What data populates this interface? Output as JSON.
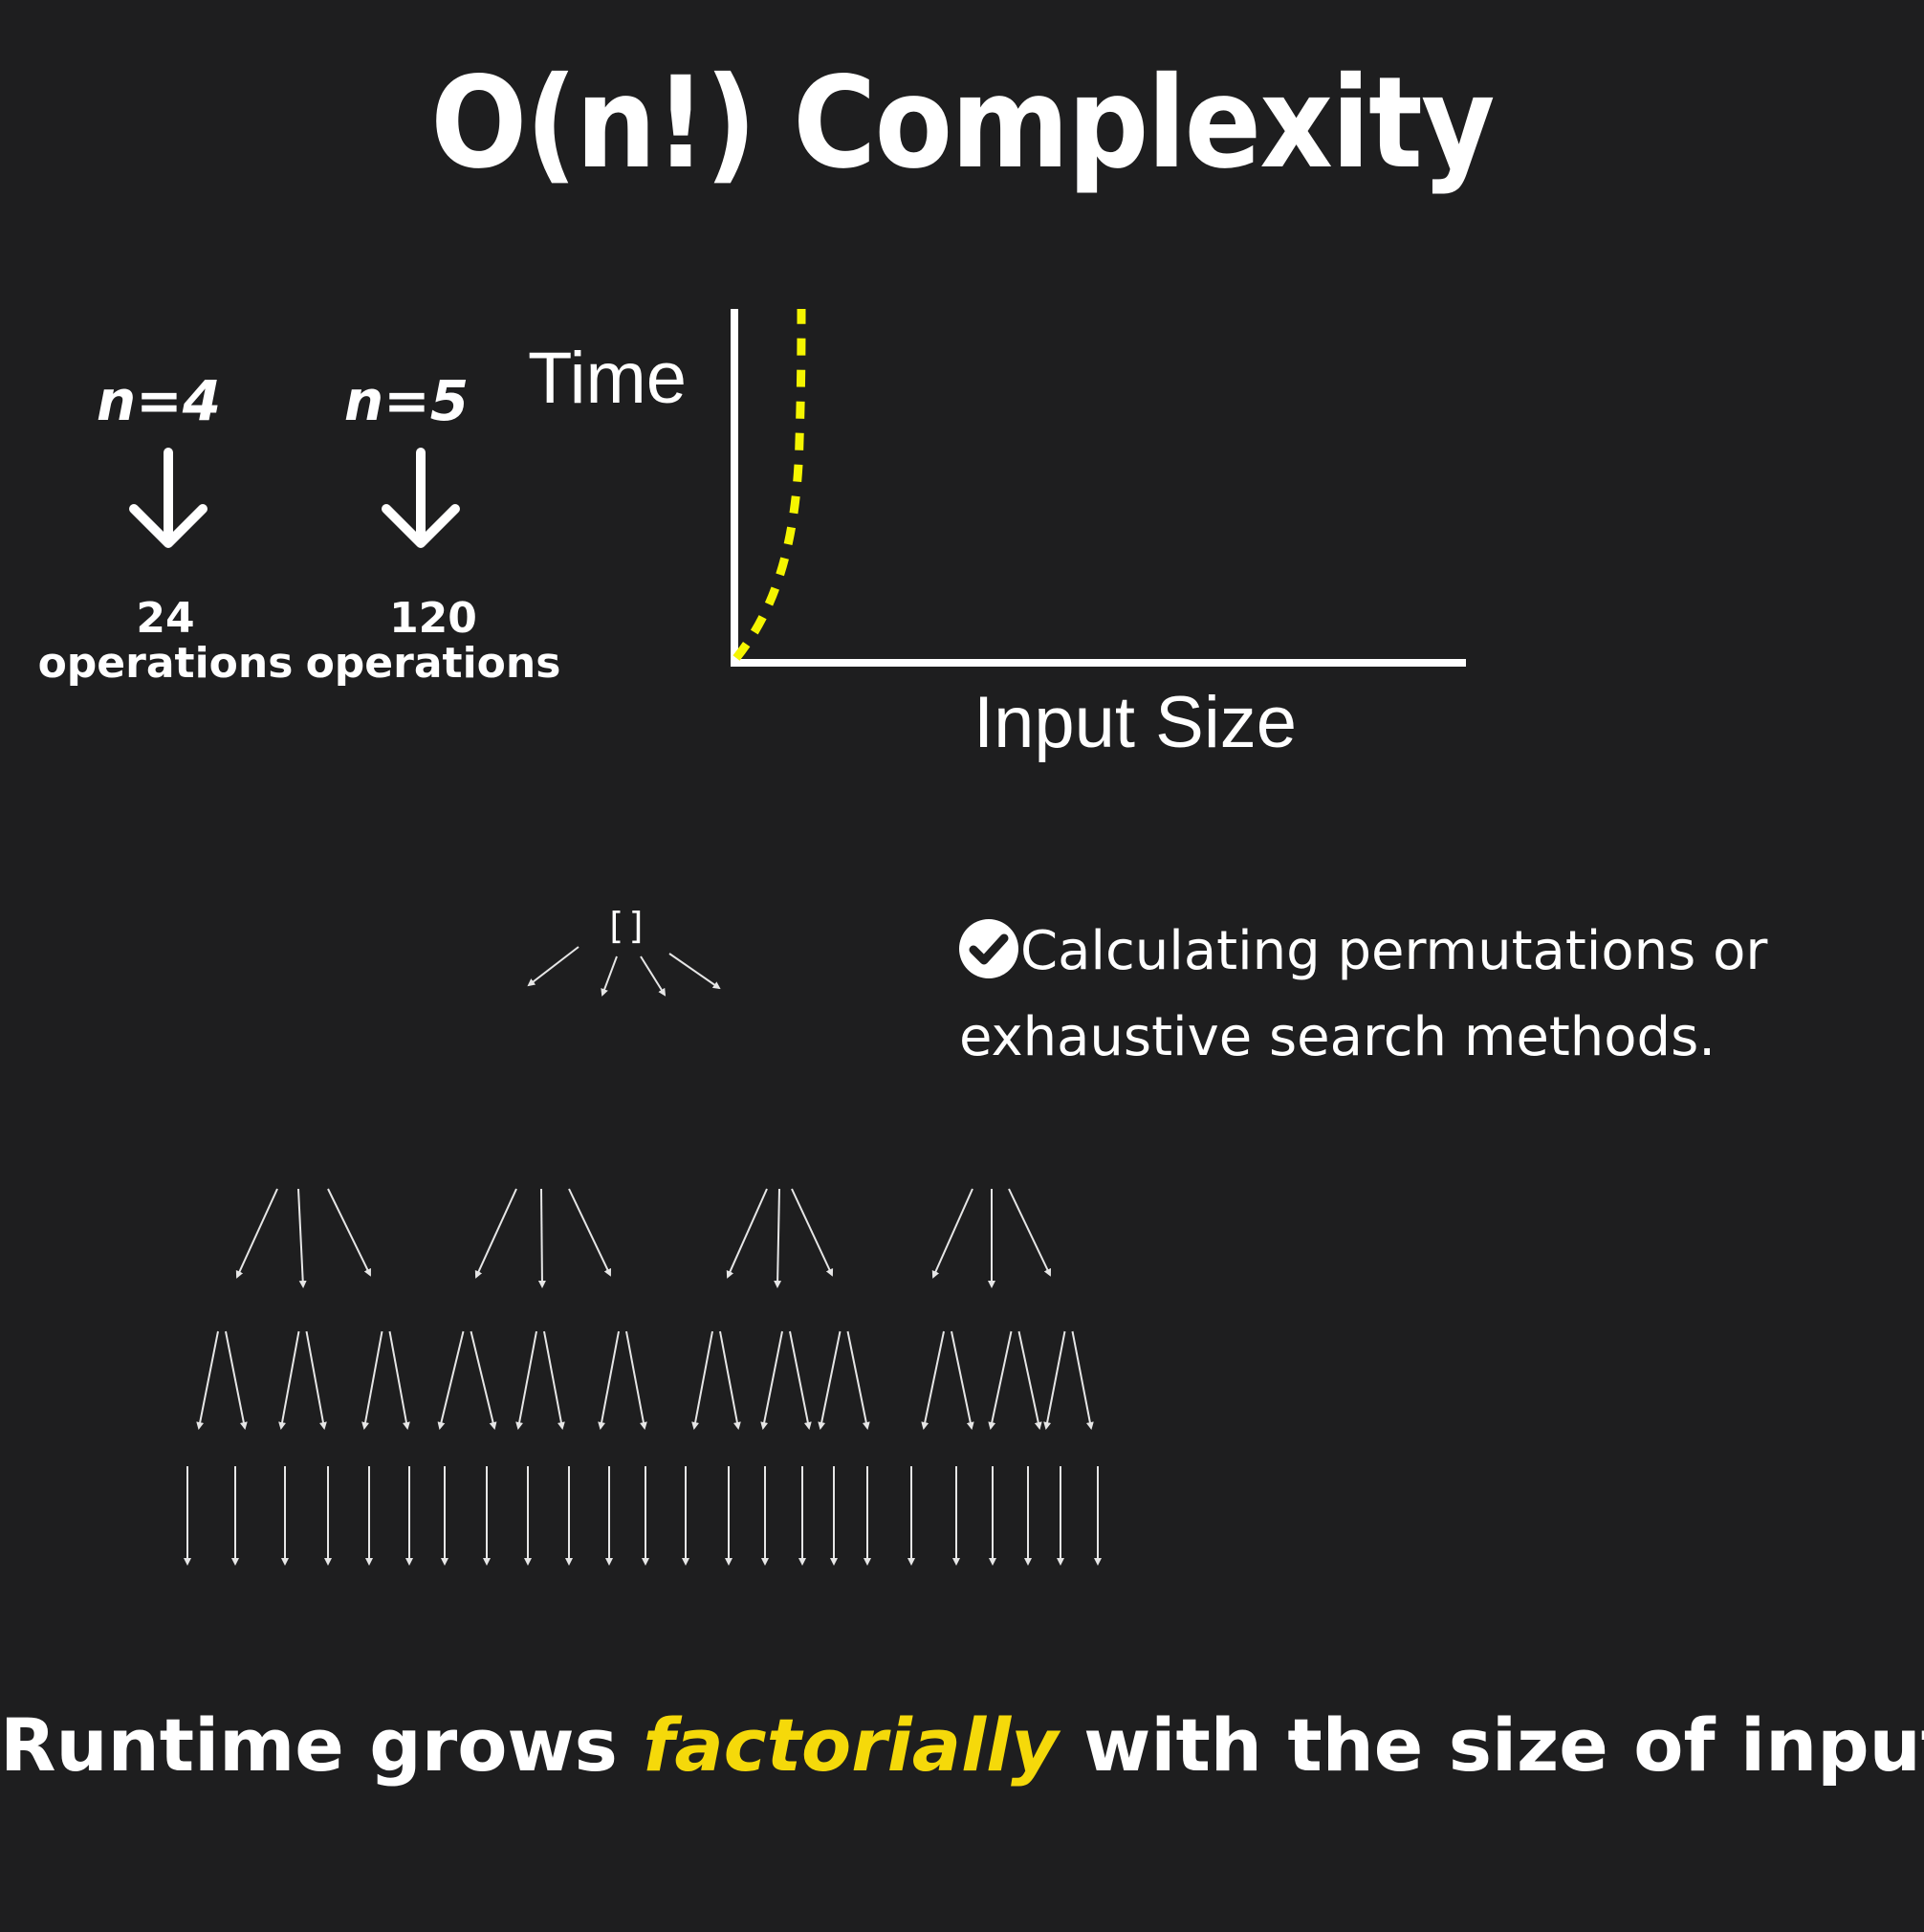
{
  "title": "O(n!) Complexity",
  "examples": [
    {
      "label": "n=4",
      "count": "24",
      "unit": "operations"
    },
    {
      "label": "n=5",
      "count": "120",
      "unit": "operations"
    }
  ],
  "graph": {
    "y_label": "Time",
    "x_label": "Input Size",
    "curve_color": "#f5f500",
    "axis_color": "#ffffff"
  },
  "tree": {
    "root_label": "[]",
    "level_branching": [
      4,
      3,
      2,
      1
    ]
  },
  "bullet": {
    "icon": "check-circle-icon",
    "text": "Calculating permutations or exhaustive search methods."
  },
  "footer": {
    "before": "Runtime grows ",
    "highlight": "factorially",
    "after": " with the size of input.",
    "highlight_color": "#f5d90a"
  },
  "arrow_icon": "down-arrow-icon"
}
